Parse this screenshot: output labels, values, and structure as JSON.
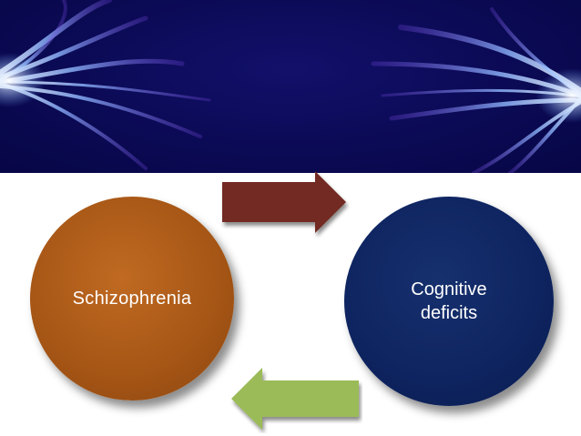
{
  "diagram": {
    "nodes": [
      {
        "id": "schizophrenia",
        "label": "Schizophrenia",
        "color": "#a55515"
      },
      {
        "id": "cognitive-deficits",
        "label": "Cognitive\ndeficits",
        "color": "#0e2460"
      }
    ],
    "edges": [
      {
        "from": "schizophrenia",
        "to": "cognitive-deficits",
        "color": "#722a24"
      },
      {
        "from": "cognitive-deficits",
        "to": "schizophrenia",
        "color": "#9bbb59"
      }
    ]
  },
  "banner": {
    "background": "#0b0a55",
    "accent": "#6fa8ff"
  }
}
